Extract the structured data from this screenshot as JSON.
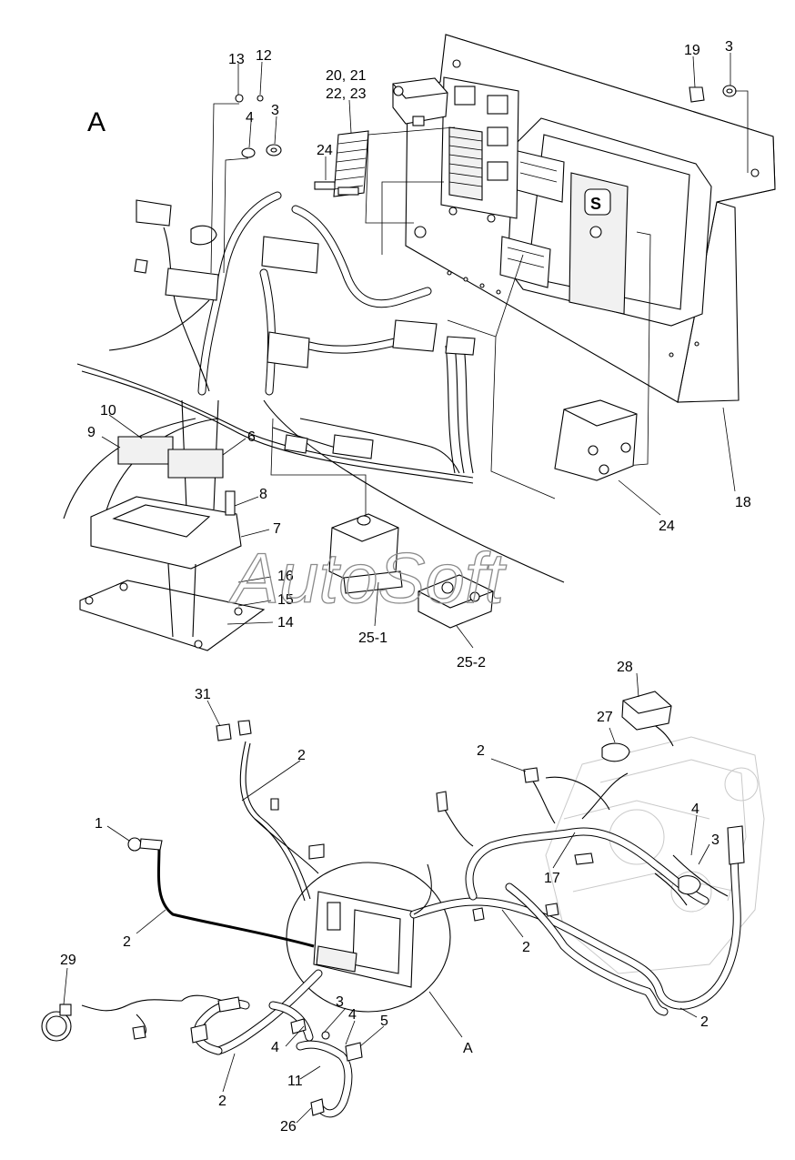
{
  "view_label": "A",
  "watermark": "AutoSoft",
  "callouts": {
    "top": [
      {
        "id": "c13",
        "text": "13"
      },
      {
        "id": "c12",
        "text": "12"
      },
      {
        "id": "c4a",
        "text": "4"
      },
      {
        "id": "c3a",
        "text": "3"
      },
      {
        "id": "c20",
        "text": "20, 21"
      },
      {
        "id": "c22",
        "text": "22, 23"
      },
      {
        "id": "c24a",
        "text": "24"
      },
      {
        "id": "c19",
        "text": "19"
      },
      {
        "id": "c3b",
        "text": "3"
      },
      {
        "id": "c10",
        "text": "10"
      },
      {
        "id": "c9",
        "text": "9"
      },
      {
        "id": "c6",
        "text": "6"
      },
      {
        "id": "c8",
        "text": "8"
      },
      {
        "id": "c7",
        "text": "7"
      },
      {
        "id": "c16",
        "text": "16"
      },
      {
        "id": "c15",
        "text": "15"
      },
      {
        "id": "c14",
        "text": "14"
      },
      {
        "id": "c251",
        "text": "25-1"
      },
      {
        "id": "c252",
        "text": "25-2"
      },
      {
        "id": "c24b",
        "text": "24"
      },
      {
        "id": "c18",
        "text": "18"
      }
    ],
    "bottom": [
      {
        "id": "c28",
        "text": "28"
      },
      {
        "id": "c31",
        "text": "31"
      },
      {
        "id": "c27",
        "text": "27"
      },
      {
        "id": "c2a",
        "text": "2"
      },
      {
        "id": "c2b",
        "text": "2"
      },
      {
        "id": "c1",
        "text": "1"
      },
      {
        "id": "c4b",
        "text": "4"
      },
      {
        "id": "c3c",
        "text": "3"
      },
      {
        "id": "c17",
        "text": "17"
      },
      {
        "id": "c2c",
        "text": "2"
      },
      {
        "id": "c2d",
        "text": "2"
      },
      {
        "id": "c29",
        "text": "29"
      },
      {
        "id": "c3d",
        "text": "3"
      },
      {
        "id": "c4c",
        "text": "4"
      },
      {
        "id": "c5",
        "text": "5"
      },
      {
        "id": "c4d",
        "text": "4"
      },
      {
        "id": "cA",
        "text": "A"
      },
      {
        "id": "c11",
        "text": "11"
      },
      {
        "id": "c2e",
        "text": "2"
      },
      {
        "id": "c2f",
        "text": "2"
      },
      {
        "id": "c26",
        "text": "26"
      }
    ]
  }
}
